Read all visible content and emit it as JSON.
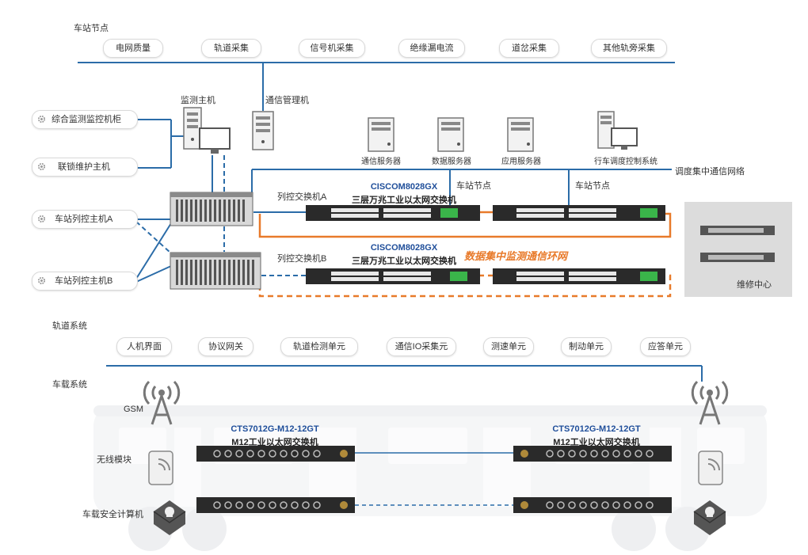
{
  "sections": {
    "station_node": "车站节点",
    "track_system": "轨道系统",
    "vehicle_system": "车载系统"
  },
  "top_bus_items": [
    "电网质量",
    "轨道采集",
    "信号机采集",
    "绝缘漏电流",
    "道岔采集",
    "其他轨旁采集"
  ],
  "left_items": [
    "综合监测监控机柜",
    "联锁维护主机",
    "车站列控主机A",
    "车站列控主机B"
  ],
  "hosts": {
    "monitor_host": "监测主机",
    "comm_mgr": "通信管理机"
  },
  "servers": [
    "通信服务器",
    "数据服务器",
    "应用服务器",
    "行车调度控制系统"
  ],
  "network": {
    "dispatch_net": "调度集中通信网络",
    "node_a": "车站节点",
    "node_b": "车站节点"
  },
  "switch_a": {
    "label": "列控交换机A",
    "model": "CISCOM8028GX",
    "desc": "三层万兆工业以太网交换机"
  },
  "switch_b": {
    "label": "列控交换机B",
    "model": "CISCOM8028GX",
    "desc": "三层万兆工业以太网交换机"
  },
  "ring_label": "数据集中监测通信环网",
  "maintenance": "维修中心",
  "track_items": [
    "人机界面",
    "协议网关",
    "轨道检测单元",
    "通信IO采集元",
    "测速单元",
    "制动单元",
    "应答单元"
  ],
  "vehicle": {
    "gsm": "GSM",
    "wireless": "无线模块",
    "safety_computer": "车载安全计算机",
    "left_switch_model": "CTS7012G-M12-12GT",
    "left_switch_desc": "M12工业以太网交换机",
    "right_switch_model": "CTS7012G-M12-12GT",
    "right_switch_desc": "M12工业以太网交换机"
  },
  "colors": {
    "bus_line": "#2b6ca8",
    "ring_orange": "#e87a2a",
    "model_blue": "#1f4e9a"
  }
}
